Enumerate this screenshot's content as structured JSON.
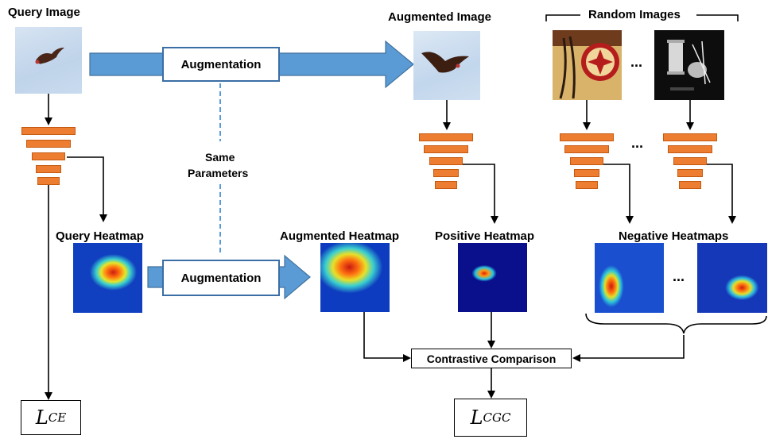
{
  "labels": {
    "query_image": "Query Image",
    "augmented_image": "Augmented Image",
    "random_images": "Random Images",
    "query_heatmap": "Query Heatmap",
    "augmented_heatmap": "Augmented Heatmap",
    "positive_heatmap": "Positive Heatmap",
    "negative_heatmaps": "Negative Heatmaps",
    "same_parameters_line1": "Same",
    "same_parameters_line2": "Parameters",
    "ellipsis": "..."
  },
  "boxes": {
    "augmentation_top": "Augmentation",
    "augmentation_bottom": "Augmentation",
    "contrastive": "Contrastive Comparison"
  },
  "losses": {
    "ce_symbol": "L",
    "ce_sub": "CE",
    "cgc_symbol": "L",
    "cgc_sub": "CGC"
  },
  "colors": {
    "arrow_fill": "#5b9bd5",
    "arrow_stroke": "#41719c",
    "box_border": "#3a6ea5",
    "network_block": "#ed7d31",
    "heatmap_background": "#08109a"
  },
  "icons": {
    "query_photo": "bird-photo",
    "augmented_photo": "bird-photo",
    "random_photo_1": "decorative-target-photo",
    "random_photo_2": "thread-spool-photo"
  }
}
